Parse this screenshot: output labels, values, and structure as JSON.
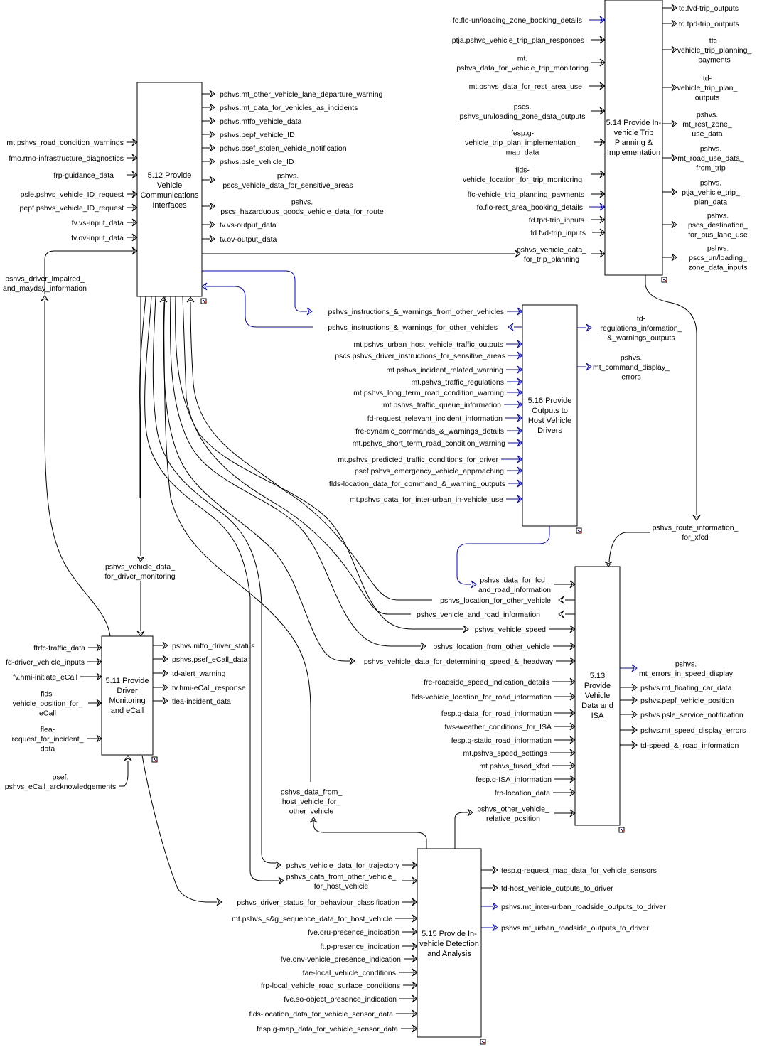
{
  "colors": {
    "line": "#000000",
    "highlight": "#0000cc",
    "background": "#ffffff",
    "marker_red": "#cc0000",
    "marker_blue": "#0000cc"
  },
  "processes": {
    "p512": {
      "id": "5.12",
      "lines": [
        "5.12 Provide",
        "Vehicle",
        "Communications",
        "Interfaces"
      ]
    },
    "p514": {
      "id": "5.14",
      "lines": [
        "5.14 Provide In-",
        "vehicle Trip",
        "Planning &",
        "Implementation"
      ]
    },
    "p516": {
      "id": "5.16",
      "lines": [
        "5.16 Provide",
        "Outputs to",
        "Host Vehicle",
        "Drivers"
      ]
    },
    "p513": {
      "id": "5.13",
      "lines": [
        "5.13",
        "Provide",
        "Vehicle",
        "Data and",
        "ISA"
      ]
    },
    "p511": {
      "id": "5.11",
      "lines": [
        "5.11 Provide",
        "Driver",
        "Monitoring",
        "and eCall"
      ]
    },
    "p515": {
      "id": "5.15",
      "lines": [
        "5.15 Provide In-",
        "vehicle Detection",
        "and Analysis"
      ]
    }
  },
  "flows": {
    "p514_in": [
      {
        "lines": [
          "fo.flo-un/loading_zone_booking_details"
        ],
        "blue": true
      },
      {
        "lines": [
          "ptja.pshvs_vehicle_trip_plan_responses"
        ]
      },
      {
        "lines": [
          "mt.",
          "pshvs_data_for_vehicle_trip_monitoring"
        ]
      },
      {
        "lines": [
          "mt.pshvs_data_for_rest_area_use"
        ]
      },
      {
        "lines": [
          "pscs.",
          "pshvs_un/loading_zone_data_outputs"
        ]
      },
      {
        "lines": [
          "fesp.g-",
          "vehicle_trip_plan_implementation_",
          "map_data"
        ]
      },
      {
        "lines": [
          "flds-",
          "vehicle_location_for_trip_monitoring"
        ]
      },
      {
        "lines": [
          "ffc-vehicle_trip_planning_payments"
        ]
      },
      {
        "lines": [
          "fo.flo-rest_area_booking_details"
        ],
        "blue": true
      },
      {
        "lines": [
          "fd.tpd-trip_inputs"
        ]
      },
      {
        "lines": [
          "fd.fvd-trip_inputs"
        ]
      },
      {
        "lines": [
          "pshvs_vehicle_data_",
          "for_trip_planning"
        ]
      }
    ],
    "p514_out": [
      {
        "lines": [
          "td.fvd-trip_outputs"
        ]
      },
      {
        "lines": [
          "td.tpd-trip_outputs"
        ]
      },
      {
        "lines": [
          "tfc-",
          "vehicle_trip_planning_",
          "payments"
        ]
      },
      {
        "lines": [
          "td-",
          "vehicle_trip_plan_",
          "outputs"
        ]
      },
      {
        "lines": [
          "pshvs.",
          "mt_rest_zone_",
          "use_data"
        ]
      },
      {
        "lines": [
          "pshvs.",
          "mt_road_use_data_",
          "from_trip"
        ]
      },
      {
        "lines": [
          "pshvs.",
          "ptja_vehicle_trip_",
          "plan_data"
        ]
      },
      {
        "lines": [
          "pshvs.",
          "pscs_destination_",
          "for_bus_lane_use"
        ]
      },
      {
        "lines": [
          "pshvs.",
          "pscs_un/loading_",
          "zone_data_inputs"
        ]
      }
    ],
    "p512_in": [
      {
        "lines": [
          "mt.pshvs_road_condition_warnings"
        ]
      },
      {
        "lines": [
          "fmo.rmo-infrastructure_diagnostics"
        ]
      },
      {
        "lines": [
          "frp-guidance_data"
        ]
      },
      {
        "lines": [
          "psle.pshvs_vehicle_ID_request"
        ]
      },
      {
        "lines": [
          "pepf.pshvs_vehicle_ID_request"
        ]
      },
      {
        "lines": [
          "fv.vs-input_data"
        ]
      },
      {
        "lines": [
          "fv.ov-input_data"
        ]
      },
      {
        "lines": [
          "pshvs_driver_impaired_",
          "and_mayday_information"
        ]
      }
    ],
    "p512_out": [
      {
        "lines": [
          "pshvs.mt_other_vehicle_lane_departure_warning"
        ]
      },
      {
        "lines": [
          "pshvs.mt_data_for_vehicles_as_incidents"
        ]
      },
      {
        "lines": [
          "pshvs.mffo_vehicle_data"
        ]
      },
      {
        "lines": [
          "pshvs.pepf_vehicle_ID"
        ]
      },
      {
        "lines": [
          "pshvs.psef_stolen_vehicle_notification"
        ]
      },
      {
        "lines": [
          "pshvs.psle_vehicle_ID"
        ]
      },
      {
        "lines": [
          "pshvs.",
          "pscs_vehicle_data_for_sensitive_areas"
        ]
      },
      {
        "lines": [
          "pshvs.",
          "pscs_hazarduous_goods_vehicle_data_for_route"
        ]
      },
      {
        "lines": [
          "tv.vs-output_data"
        ]
      },
      {
        "lines": [
          "tv.ov-output_data"
        ]
      }
    ],
    "p516_in": [
      {
        "lines": [
          "pshvs_instructions_&_warnings_from_other_vehicles"
        ],
        "blue": true
      },
      {
        "lines": [
          "pshvs_instructions_&_warnings_for_other_vehicles"
        ],
        "blue": true,
        "outgoing": true
      },
      {
        "lines": [
          "mt.pshvs_urban_host_vehicle_traffic_outputs"
        ],
        "blue": true
      },
      {
        "lines": [
          "pscs.pshvs_driver_instructions_for_sensitive_areas"
        ],
        "blue": true
      },
      {
        "lines": [
          "mt.pshvs_incident_related_warning"
        ],
        "blue": true
      },
      {
        "lines": [
          "mt.pshvs_traffic_regulations"
        ],
        "blue": true
      },
      {
        "lines": [
          "mt.pshvs_long_term_road_condition_warning"
        ],
        "blue": true
      },
      {
        "lines": [
          "mt.pshvs_traffic_queue_information"
        ],
        "blue": true
      },
      {
        "lines": [
          "fd-request_relevant_incident_information"
        ],
        "blue": true
      },
      {
        "lines": [
          "fre-dynamic_commands_&_warnings_details"
        ],
        "blue": true
      },
      {
        "lines": [
          "mt.pshvs_short_term_road_condition_warning"
        ],
        "blue": true
      },
      {
        "lines": [
          "mt.pshvs_predicted_traffic_conditions_for_driver"
        ],
        "blue": true
      },
      {
        "lines": [
          "psef.pshvs_emergency_vehicle_approaching"
        ],
        "blue": true
      },
      {
        "lines": [
          "flds-location_data_for_command_&_warning_outputs"
        ],
        "blue": true
      },
      {
        "lines": [
          "mt.pshvs_data_for_inter-urban_in-vehicle_use"
        ],
        "blue": true
      }
    ],
    "p516_out": [
      {
        "lines": [
          "td-",
          "regulations_information_",
          "&_warnings_outputs"
        ],
        "blue": true
      },
      {
        "lines": [
          "pshvs.",
          "mt_command_display_",
          "errors"
        ],
        "blue": true
      }
    ],
    "p513_in": [
      {
        "lines": [
          "pshvs_data_for_fcd_",
          "and_road_information"
        ]
      },
      {
        "lines": [
          "pshvs_location_for_other_vehicle"
        ],
        "outgoing": true
      },
      {
        "lines": [
          "pshvs_vehicle_and_road_information"
        ],
        "outgoing": true
      },
      {
        "lines": [
          "pshvs_vehicle_speed"
        ]
      },
      {
        "lines": [
          "pshvs_location_from_other_vehicle"
        ]
      },
      {
        "lines": [
          "pshvs_vehicle_data_for_determining_speed_&_headway"
        ]
      },
      {
        "lines": [
          "fre-roadside_speed_indication_details"
        ]
      },
      {
        "lines": [
          "flds-vehicle_location_for_road_information"
        ]
      },
      {
        "lines": [
          "fesp.g-data_for_road_information"
        ]
      },
      {
        "lines": [
          "fws-weather_conditions_for_ISA"
        ]
      },
      {
        "lines": [
          "fesp.g-static_road_information"
        ]
      },
      {
        "lines": [
          "mt.pshvs_speed_settings"
        ]
      },
      {
        "lines": [
          "mt.pshvs_fused_xfcd"
        ]
      },
      {
        "lines": [
          "fesp.g-ISA_information"
        ]
      },
      {
        "lines": [
          "frp-location_data"
        ]
      },
      {
        "lines": [
          "pshvs_other_vehicle_",
          "relative_position"
        ]
      }
    ],
    "p513_top": {
      "lines": [
        "pshvs_route_information_",
        "for_xfcd"
      ]
    },
    "p513_out": [
      {
        "lines": [
          "pshvs.",
          "mt_errors_in_speed_display"
        ],
        "blue": true
      },
      {
        "lines": [
          "pshvs.mt_floating_car_data"
        ]
      },
      {
        "lines": [
          "pshvs.pepf_vehicle_position"
        ]
      },
      {
        "lines": [
          "pshvs.psle_service_notification"
        ]
      },
      {
        "lines": [
          "pshvs.mt_speed_display_errors"
        ]
      },
      {
        "lines": [
          "td-speed_&_road_information"
        ]
      }
    ],
    "p511_top": {
      "lines": [
        "pshvs_vehicle_data_",
        "for_driver_monitoring"
      ]
    },
    "p511_in": [
      {
        "lines": [
          "ftrfc-traffic_data"
        ]
      },
      {
        "lines": [
          "fd-driver_vehicle_inputs"
        ]
      },
      {
        "lines": [
          "fv.hmi-initiate_eCall"
        ]
      },
      {
        "lines": [
          "flds-",
          "vehicle_position_for_",
          "eCall"
        ]
      },
      {
        "lines": [
          "flea-",
          "request_for_incident_",
          "data"
        ]
      }
    ],
    "p511_bottom": {
      "lines": [
        "psef.",
        "pshvs_eCall_arcknowledgements"
      ]
    },
    "p511_out": [
      {
        "lines": [
          "pshvs.mffo_driver_status"
        ]
      },
      {
        "lines": [
          "pshvs.psef_eCall_data"
        ]
      },
      {
        "lines": [
          "td-alert_warning"
        ]
      },
      {
        "lines": [
          "tv.hmi-eCall_response"
        ]
      },
      {
        "lines": [
          "tlea-incident_data"
        ]
      }
    ],
    "p515_top": {
      "lines": [
        "pshvs_data_from_",
        "host_vehicle_for_",
        "other_vehicle"
      ]
    },
    "p515_in": [
      {
        "lines": [
          "pshvs_vehicle_data_for_trajectory"
        ]
      },
      {
        "lines": [
          "pshvs_data_from_other_vehicle_",
          "for_host_vehicle"
        ]
      },
      {
        "lines": [
          "pshvs_driver_status_for_behaviour_classification"
        ]
      },
      {
        "lines": [
          "mt.pshvs_s&g_sequence_data_for_host_vehicle"
        ]
      },
      {
        "lines": [
          "fve.oru-presence_indication"
        ]
      },
      {
        "lines": [
          "ft.p-presence_indication"
        ]
      },
      {
        "lines": [
          "fve.onv-vehicle_presence_indication"
        ]
      },
      {
        "lines": [
          "fae-local_vehicle_conditions"
        ]
      },
      {
        "lines": [
          "frp-local_vehicle_road_surface_conditions"
        ]
      },
      {
        "lines": [
          "fve.so-object_presence_indication"
        ]
      },
      {
        "lines": [
          "flds-location_data_for_vehicle_sensor_data"
        ]
      },
      {
        "lines": [
          "fesp.g-map_data_for_vehicle_sensor_data"
        ]
      }
    ],
    "p515_out": [
      {
        "lines": [
          "tesp.g-request_map_data_for_vehicle_sensors"
        ]
      },
      {
        "lines": [
          "td-host_vehicle_outputs_to_driver"
        ]
      },
      {
        "lines": [
          "pshvs.mt_inter-urban_roadside_outputs_to_driver"
        ],
        "blue": true
      },
      {
        "lines": [
          "pshvs.mt_urban_roadside_outputs_to_driver"
        ],
        "blue": true
      }
    ]
  }
}
